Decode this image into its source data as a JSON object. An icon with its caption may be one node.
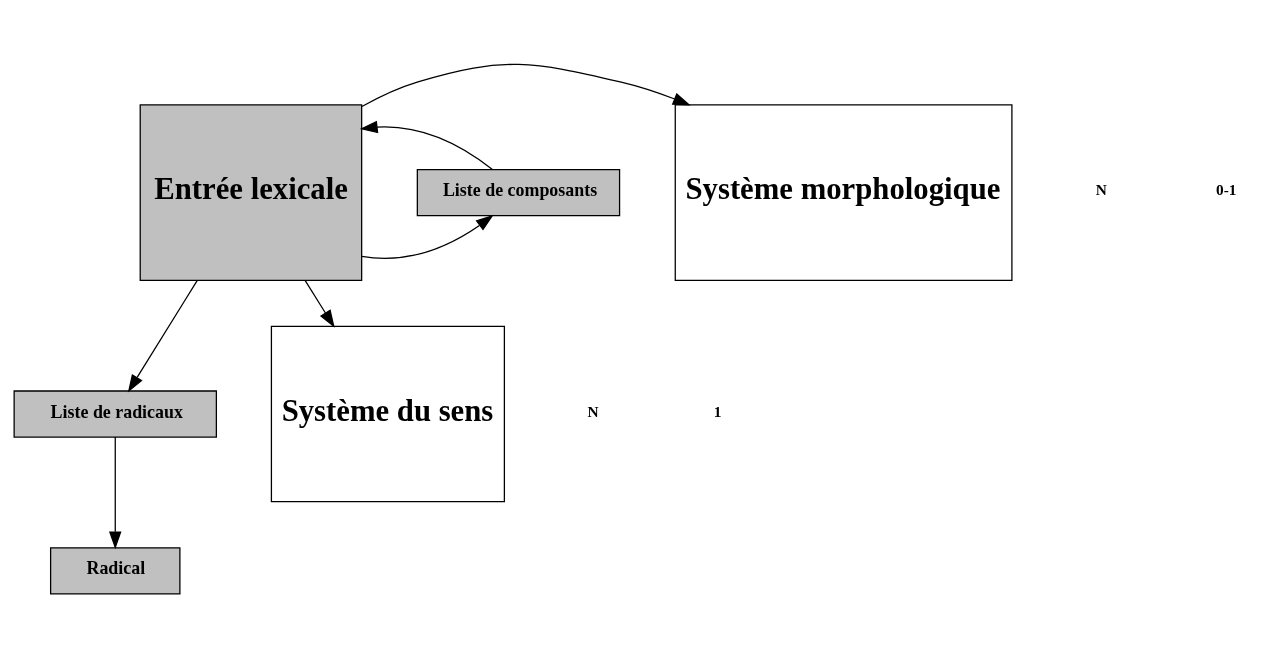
{
  "diagram": {
    "nodes": [
      {
        "text": [
          "Système morphologique"
        ]
      },
      {
        "text": [
          "Entrée lexicale"
        ]
      },
      {
        "text": [
          "Liste de composants"
        ]
      },
      {
        "text": [
          "Liste de radicaux"
        ]
      },
      {
        "text": [
          "Radical"
        ]
      },
      {
        "text": [
          "Système du sens"
        ]
      }
    ],
    "edges": [
      {
        "from": 1,
        "to": 0,
        "arrow": "to"
      },
      {
        "from": 1,
        "to": 2,
        "arrow": "to"
      },
      {
        "from": 2,
        "to": 1,
        "arrow": "to"
      },
      {
        "from": 1,
        "to": 3,
        "arrow": "to"
      },
      {
        "from": 3,
        "to": 4,
        "arrow": "to"
      },
      {
        "from": 1,
        "to": 5,
        "arrow": "to"
      }
    ],
    "labels": [
      "N",
      "0-1",
      "N",
      "1"
    ]
  }
}
